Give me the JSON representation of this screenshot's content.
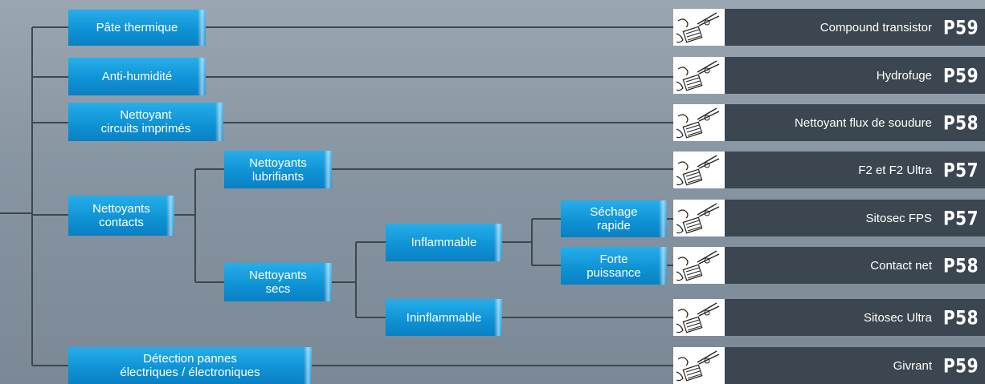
{
  "categories": {
    "pate": "Pâte thermique",
    "humidite": "Anti-humidité",
    "circuits": "Nettoyant\ncircuits imprimés",
    "contacts": "Nettoyants\ncontacts",
    "lubrifiants": "Nettoyants\nlubrifiants",
    "secs": "Nettoyants\nsecs",
    "inflammable": "Inflammable",
    "ininflammable": "Ininflammable",
    "sechage": "Séchage\nrapide",
    "forte": "Forte\npuissance",
    "detection": "Détection pannes\nélectriques / électroniques"
  },
  "products": [
    {
      "name": "Compound transistor",
      "page": "P59",
      "icon": "soldering-illustration-icon"
    },
    {
      "name": "Hydrofuge",
      "page": "P59",
      "icon": "soldering-illustration-icon"
    },
    {
      "name": "Nettoyant flux de soudure",
      "page": "P58",
      "icon": "soldering-illustration-icon"
    },
    {
      "name": "F2 et F2 Ultra",
      "page": "P57",
      "icon": "soldering-illustration-icon"
    },
    {
      "name": "Sitosec FPS",
      "page": "P57",
      "icon": "soldering-illustration-icon"
    },
    {
      "name": "Contact net",
      "page": "P58",
      "icon": "soldering-illustration-icon"
    },
    {
      "name": "Sitosec Ultra",
      "page": "P58",
      "icon": "soldering-illustration-icon"
    },
    {
      "name": "Givrant",
      "page": "P59",
      "icon": "soldering-illustration-icon"
    }
  ],
  "colors": {
    "category_box": "#0f93d6",
    "product_bar": "#3b4650",
    "connector": "#3e4650",
    "background": "#8794a1"
  }
}
